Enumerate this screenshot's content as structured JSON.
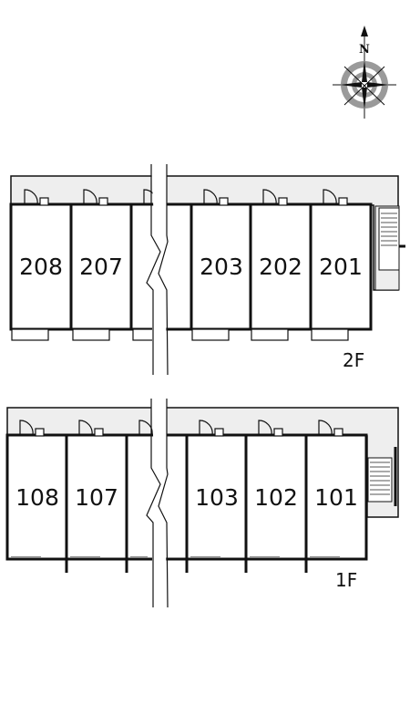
{
  "compass": {
    "north_label": "N",
    "icon": "compass-rose-icon"
  },
  "floors": [
    {
      "id": "2F",
      "label": "2F",
      "units": [
        "208",
        "207",
        "",
        "203",
        "202",
        "201"
      ]
    },
    {
      "id": "1F",
      "label": "1F",
      "units": [
        "108",
        "107",
        "",
        "103",
        "102",
        "101"
      ]
    }
  ],
  "colors": {
    "corridor": "#eeeeee",
    "wall": "#111111",
    "background": "#ffffff"
  }
}
